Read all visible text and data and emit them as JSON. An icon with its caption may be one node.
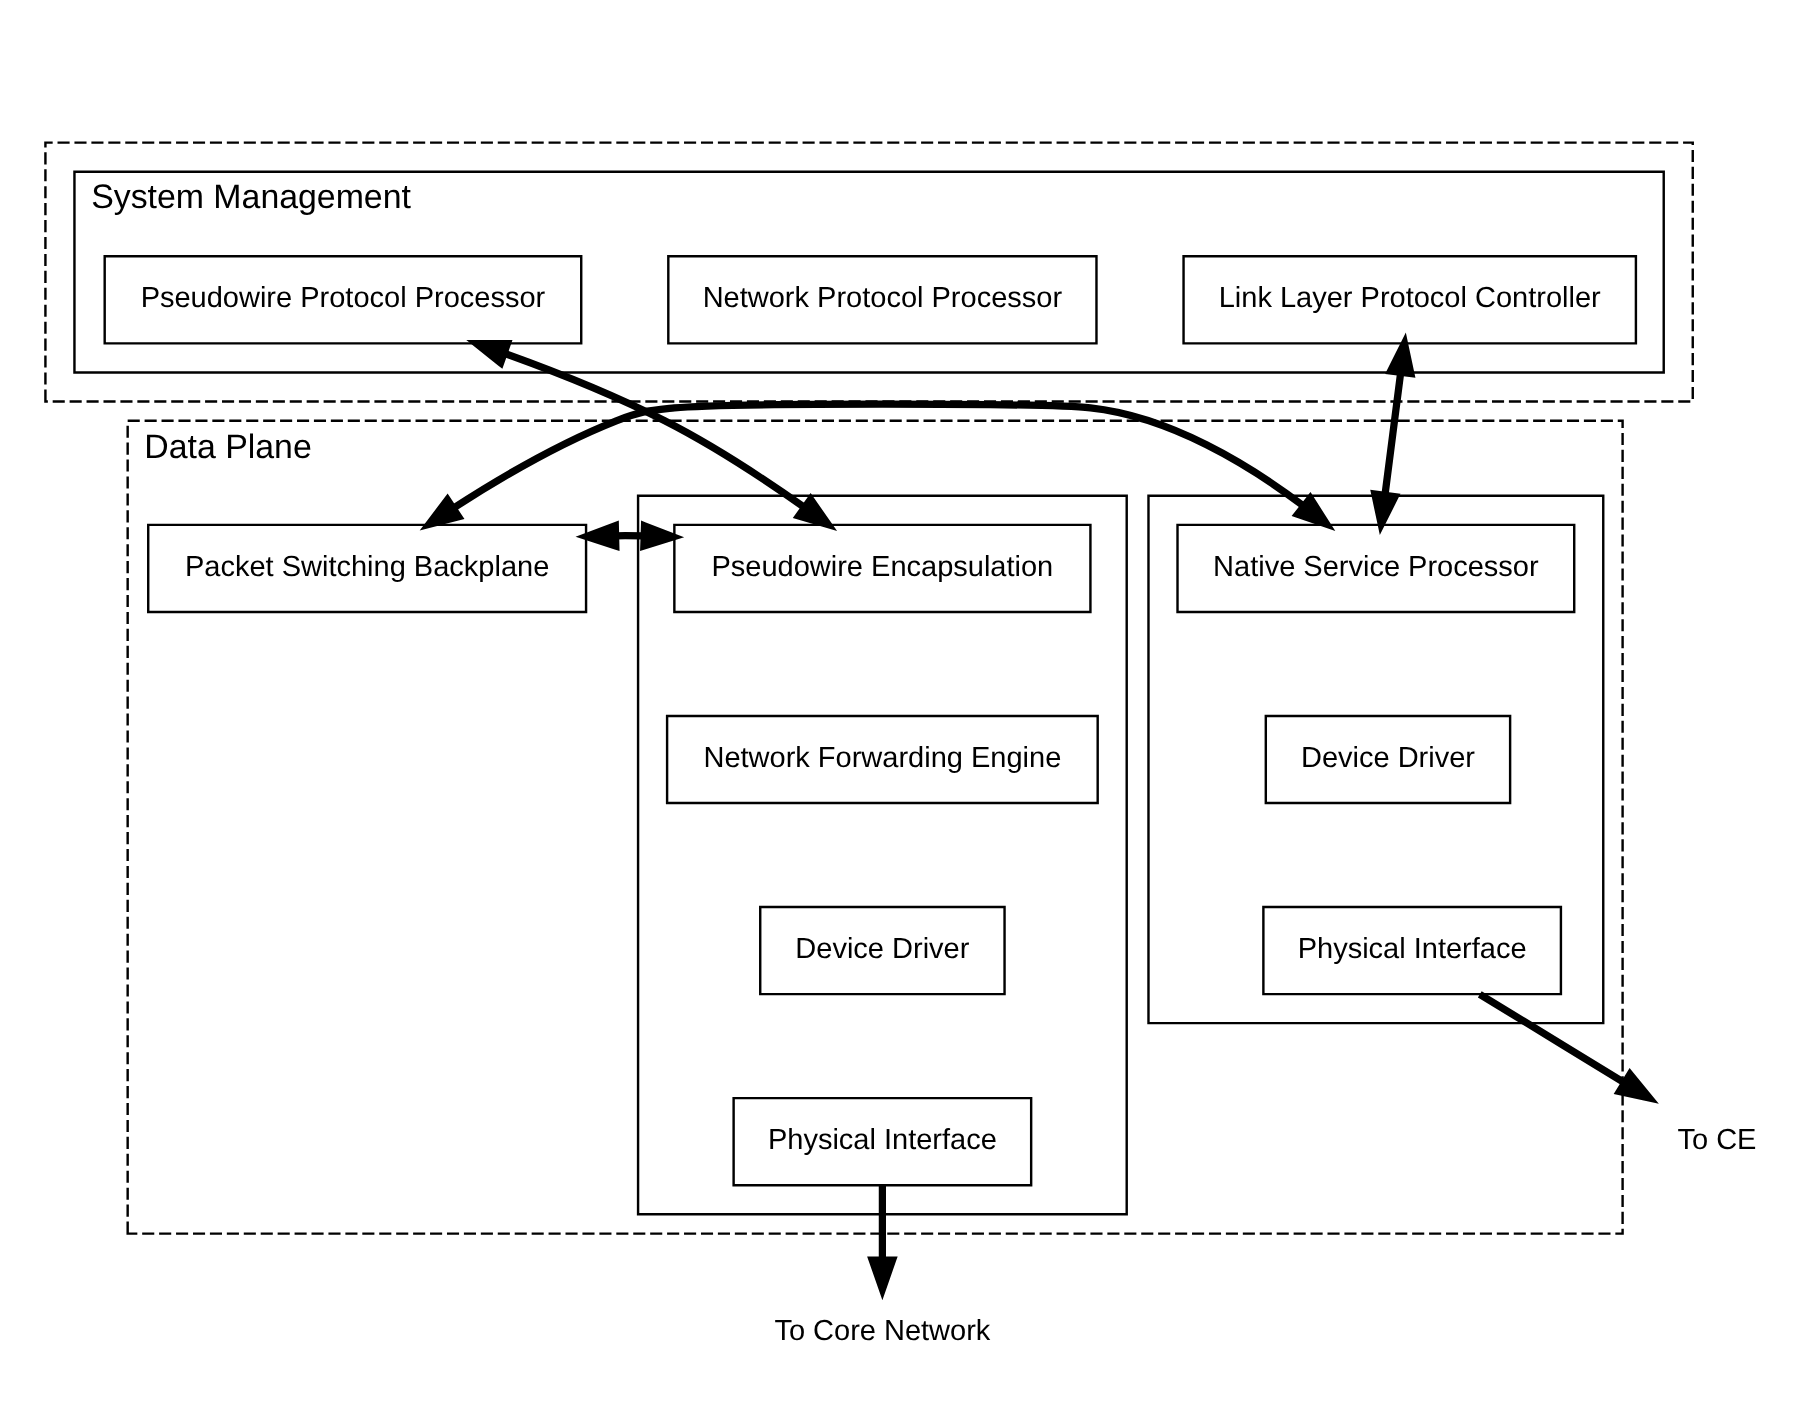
{
  "diagram": {
    "nodes": [
      {
        "text": [],
        "shape": "box"
      },
      {
        "text": [
          "System Management"
        ],
        "in": 0
      },
      {
        "text": [
          "Link Layer Protocol Controller"
        ],
        "in": 1
      },
      {
        "text": [
          "Pseudowire Protocol Processor"
        ],
        "in": 1
      },
      {
        "text": [
          "Network Protocol Processor"
        ],
        "in": 1
      },
      {
        "text": [
          "Data Plane"
        ]
      },
      {
        "text": [],
        "shape": "box",
        "in": 5
      },
      {
        "text": [
          "Native Service Processor"
        ],
        "in": 6
      },
      {
        "text": [
          "Device Driver"
        ],
        "in": 6
      },
      {
        "text": [
          "Physical Interface"
        ],
        "in": 6
      },
      {
        "text": [
          "Packet Switching Backplane"
        ],
        "in": 5
      },
      {
        "text": [],
        "shape": "box",
        "in": 5
      },
      {
        "text": [
          "Pseudowire Encapsulation"
        ],
        "in": 11
      },
      {
        "text": [
          "Network Forwarding Engine"
        ],
        "in": 11
      },
      {
        "text": [
          "Device Driver"
        ],
        "in": 11
      },
      {
        "text": [
          "Physical Interface"
        ],
        "in": 11
      },
      {
        "text": [
          "To CE"
        ]
      },
      {
        "text": [
          "To Core Network"
        ]
      }
    ],
    "edges": [
      {
        "from": 2,
        "to": 7,
        "arrow": "both"
      },
      {
        "from": 3,
        "to": 12,
        "arrow": "both"
      },
      {
        "from": 7,
        "to": 10,
        "arrow": "both"
      },
      {
        "from": 10,
        "to": 12,
        "arrow": "both"
      },
      {
        "from": 9,
        "to": 16,
        "arrow": "to"
      },
      {
        "from": 15,
        "to": 17,
        "arrow": "to"
      }
    ]
  }
}
